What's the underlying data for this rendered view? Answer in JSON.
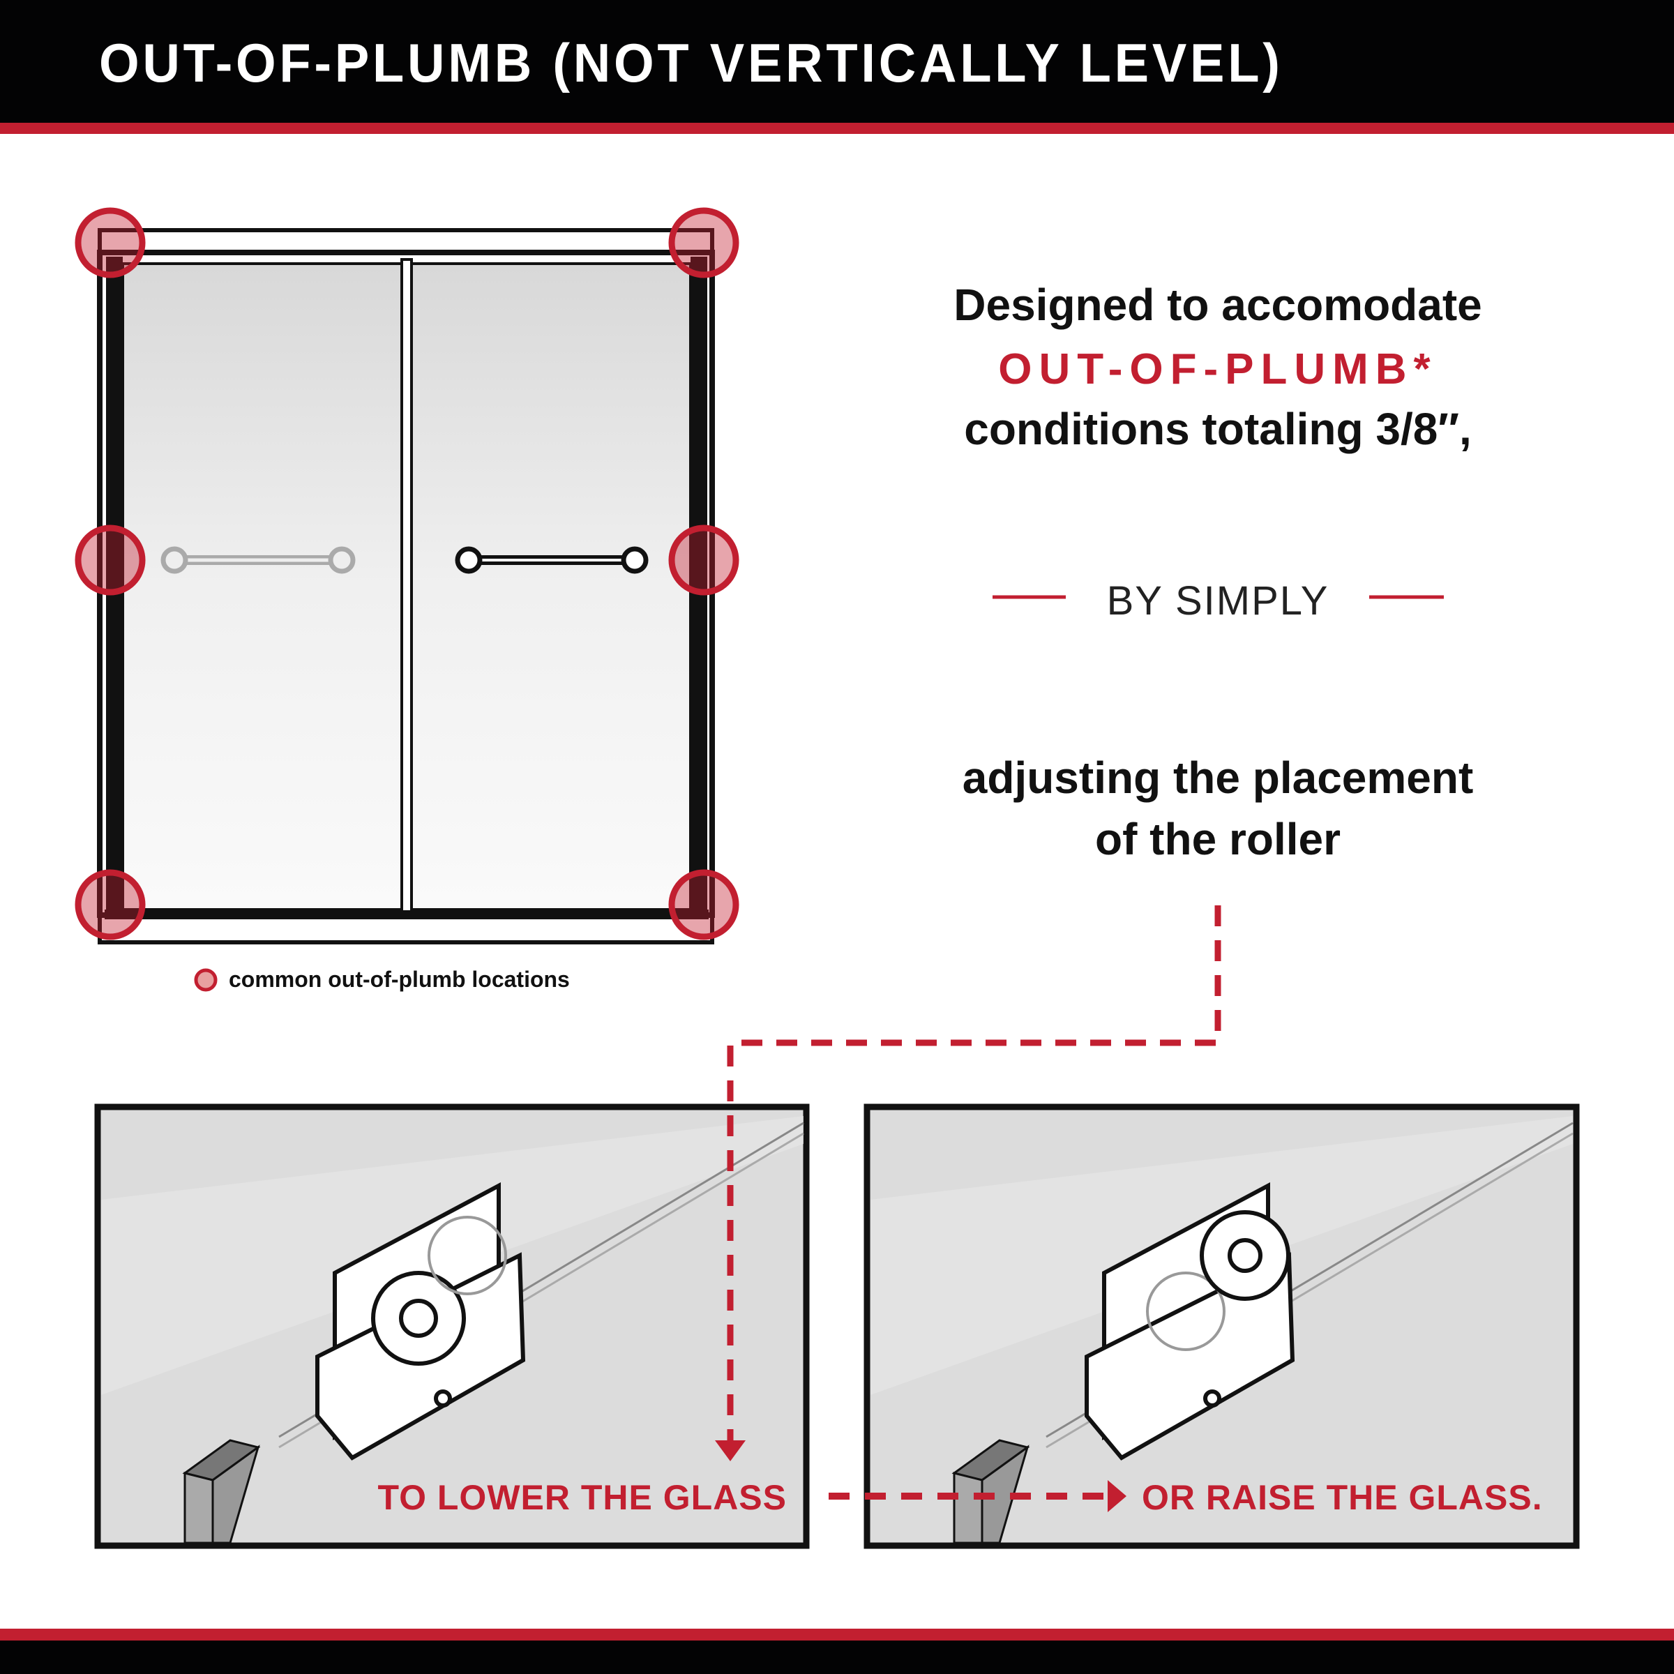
{
  "header": {
    "title": "OUT-OF-PLUMB (NOT VERTICALLY LEVEL)"
  },
  "legend": {
    "label": "common out-of-plumb locations"
  },
  "callout": {
    "line1": "Designed to accomodate",
    "highlight": "OUT-OF-PLUMB*",
    "line3": "conditions totaling 3/8″,",
    "divider_text": "BY SIMPLY",
    "line4": "adjusting the placement",
    "line5": "of the roller"
  },
  "panels": {
    "left_caption": "TO LOWER THE GLASS",
    "right_caption": "OR RAISE THE GLASS."
  },
  "colors": {
    "accent": "#c21f30",
    "dark": "#030304",
    "panel_bg": "#dcdcdc"
  }
}
